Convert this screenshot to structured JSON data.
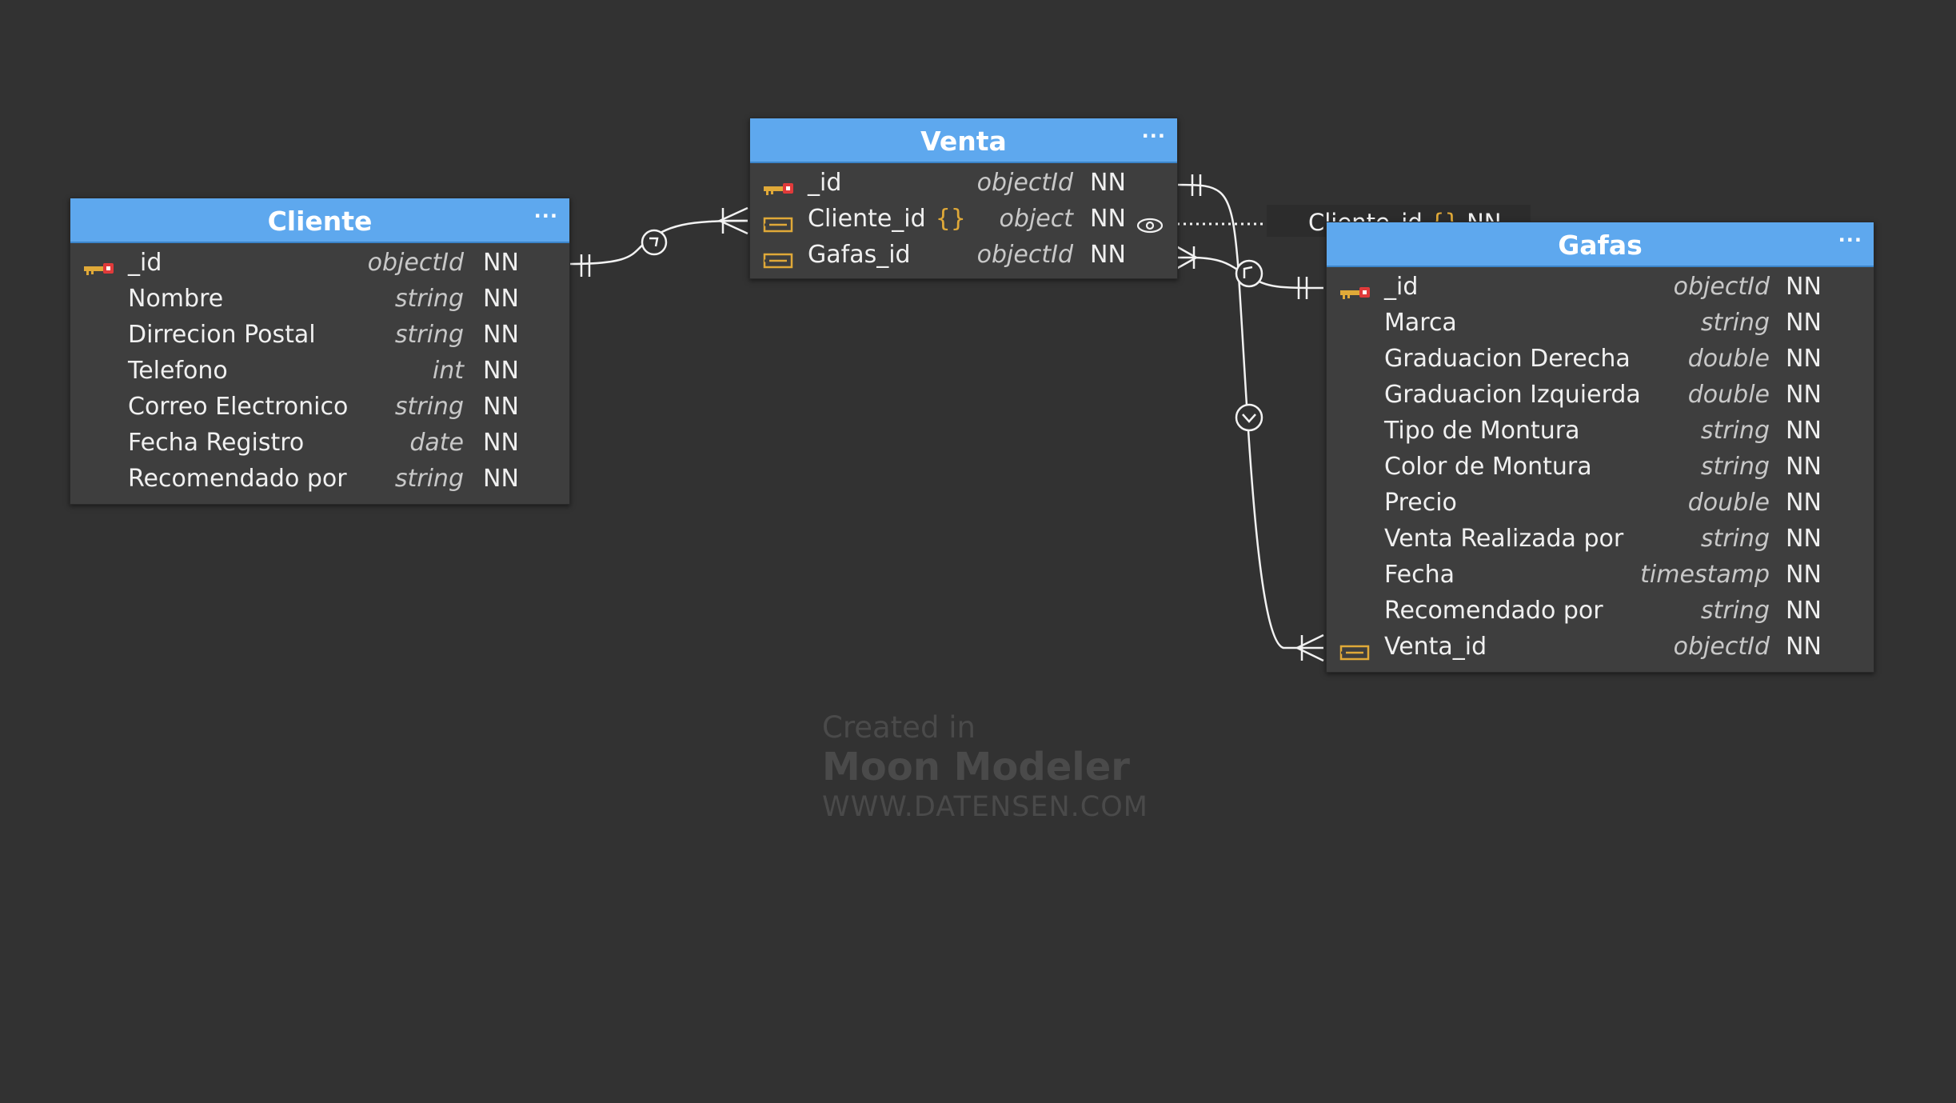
{
  "colors": {
    "background": "#323232",
    "table_header": "#5ea8ee",
    "table_body": "#3e3e3e",
    "primary_key": "#e0a938",
    "foreign_key": "#e0a938",
    "watermark": "#4a4a4a"
  },
  "tables": {
    "cliente": {
      "title": "Cliente",
      "menu": "···",
      "fields": [
        {
          "name": "_id",
          "type": "objectId",
          "nn": "NN",
          "icon": "primary-key-icon"
        },
        {
          "name": "Nombre",
          "type": "string",
          "nn": "NN",
          "icon": ""
        },
        {
          "name": "Dirrecion Postal",
          "type": "string",
          "nn": "NN",
          "icon": ""
        },
        {
          "name": "Telefono",
          "type": "int",
          "nn": "NN",
          "icon": ""
        },
        {
          "name": "Correo Electronico",
          "type": "string",
          "nn": "NN",
          "icon": ""
        },
        {
          "name": "Fecha Registro",
          "type": "date",
          "nn": "NN",
          "icon": ""
        },
        {
          "name": "Recomendado por",
          "type": "string",
          "nn": "NN",
          "icon": ""
        }
      ]
    },
    "venta": {
      "title": "Venta",
      "menu": "···",
      "fields": [
        {
          "name": "_id",
          "type": "objectId",
          "nn": "NN",
          "icon": "primary-key-icon"
        },
        {
          "name": "Cliente_id",
          "brace": "{}",
          "type": "object",
          "nn": "NN",
          "icon": "foreign-key-icon",
          "extra_icon": "eye-icon"
        },
        {
          "name": "Gafas_id",
          "type": "objectId",
          "nn": "NN",
          "icon": "foreign-key-icon"
        }
      ]
    },
    "gafas": {
      "title": "Gafas",
      "menu": "···",
      "fields": [
        {
          "name": "_id",
          "type": "objectId",
          "nn": "NN",
          "icon": "primary-key-icon"
        },
        {
          "name": "Marca",
          "type": "string",
          "nn": "NN",
          "icon": ""
        },
        {
          "name": "Graduacion Derecha",
          "type": "double",
          "nn": "NN",
          "icon": ""
        },
        {
          "name": "Graduacion Izquierda",
          "type": "double",
          "nn": "NN",
          "icon": ""
        },
        {
          "name": "Tipo de Montura",
          "type": "string",
          "nn": "NN",
          "icon": ""
        },
        {
          "name": "Color de Montura",
          "type": "string",
          "nn": "NN",
          "icon": ""
        },
        {
          "name": "Precio",
          "type": "double",
          "nn": "NN",
          "icon": ""
        },
        {
          "name": "Venta Realizada por",
          "type": "string",
          "nn": "NN",
          "icon": ""
        },
        {
          "name": "Fecha",
          "type": "timestamp",
          "nn": "NN",
          "icon": ""
        },
        {
          "name": "Recomendado por",
          "type": "string",
          "nn": "NN",
          "icon": ""
        },
        {
          "name": "Venta_id",
          "type": "objectId",
          "nn": "NN",
          "icon": "foreign-key-icon"
        }
      ]
    }
  },
  "expanded_line": {
    "name": "Cliente_id",
    "brace": "{}",
    "nn": "NN"
  },
  "watermark": {
    "line1": "Created in",
    "line2": "Moon Modeler",
    "line3": "WWW.DATENSEN.COM"
  }
}
